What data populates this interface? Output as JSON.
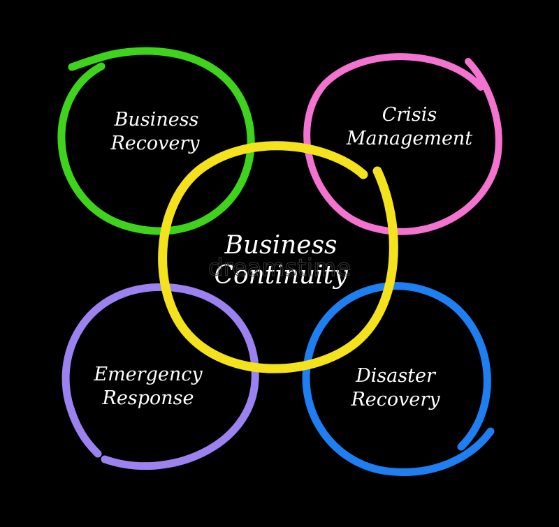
{
  "diagram": {
    "center": {
      "line1": "Business",
      "line2": "Continuity",
      "color": "#f3e21c"
    },
    "nodes": [
      {
        "id": "business-recovery",
        "line1": "Business",
        "line2": "Recovery",
        "color": "#3ed41c"
      },
      {
        "id": "crisis-management",
        "line1": "Crisis",
        "line2": "Management",
        "color": "#f472d0"
      },
      {
        "id": "emergency-response",
        "line1": "Emergency",
        "line2": "Response",
        "color": "#9b82f0"
      },
      {
        "id": "disaster-recovery",
        "line1": "Disaster",
        "line2": "Recovery",
        "color": "#1e7ff2"
      }
    ],
    "background": "#000000"
  },
  "watermark": {
    "text": "dreamstime"
  }
}
